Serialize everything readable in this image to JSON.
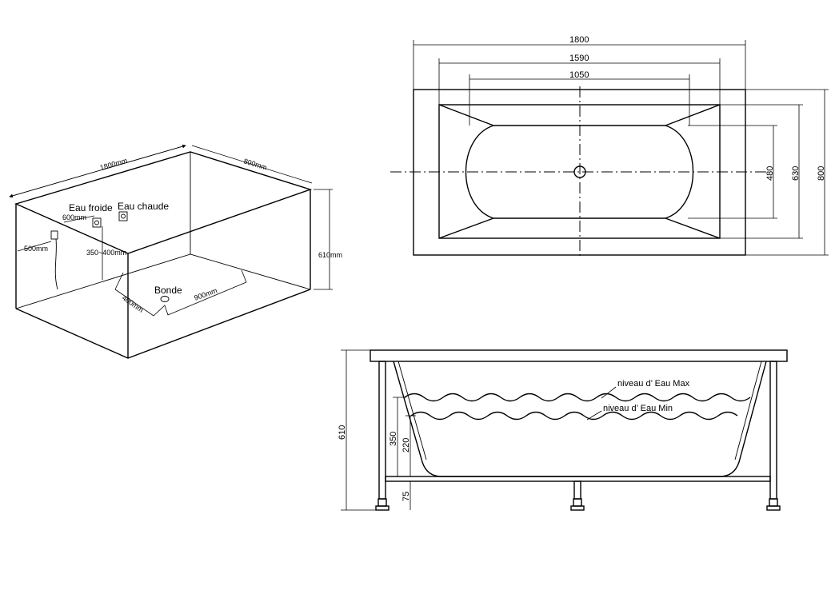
{
  "iso": {
    "length": "1800mm",
    "width": "800mm",
    "height": "610mm",
    "cold_label": "Eau froide",
    "hot_label": "Eau chaude",
    "cold_dist": "600mm",
    "side_dist": "500mm",
    "tap_height": "350~400mm",
    "drain_label": "Bonde",
    "drain_a": "400mm",
    "drain_b": "900mm"
  },
  "plan": {
    "outer_length": "1800",
    "inner_length": "1590",
    "flat_length": "1050",
    "flat_width": "480",
    "inner_width": "630",
    "outer_width": "800"
  },
  "section": {
    "height": "610",
    "max_level": "350",
    "min_level": "220",
    "leg": "75",
    "max_label": "niveau d’ Eau Max",
    "min_label": "niveau d’ Eau Min"
  }
}
